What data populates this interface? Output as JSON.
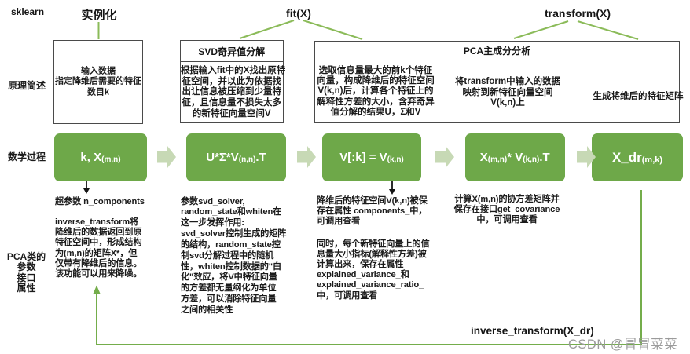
{
  "colors": {
    "box_green": "#6ea849",
    "arrow_green": "#c7d9b5",
    "conn_green": "#8bbb59",
    "loop_green": "#74ad4b",
    "border_gray": "#4a4a4a",
    "text_black": "#1b1b1b",
    "watermark_gray": "#9b9b9b",
    "process_text_white": "#ffffff"
  },
  "top_labels": {
    "library": "sklearn",
    "instantiate": "实例化",
    "fit": "fit(X)",
    "transform": "transform(X)"
  },
  "row_labels": {
    "principle": "原理简述",
    "math_process": "数学过程",
    "params_block": "PCA类的\n参数\n接口\n属性"
  },
  "principle_boxes": {
    "input": {
      "body": "输入数据\n指定降维后需要的特征\n数目k"
    },
    "svd": {
      "title": "SVD奇异值分解",
      "body": "根据输入fit中的X找出原特\n征空间，并以此为依据找\n出让信息被压缩到少量特\n征，且信息量不损失太多\n的新特征向量空间V"
    },
    "pca": {
      "title": "PCA主成分分析",
      "col1": "选取信息量最大的前k个特征\n向量，构成降维后的特征空间\nV(k,n)后，计算各个特征上的\n解释性方差的大小，含弃奇异\n值分解的结果U，Σ和V",
      "col2": "将transform中输入的数据\n映射到新特征向量空间\nV(k,n)上",
      "col3": "生成将维后的特征矩阵"
    }
  },
  "process_boxes": {
    "b1": {
      "parts": [
        {
          "t": "k, X"
        },
        {
          "t": "(m,n)",
          "sub": true
        }
      ]
    },
    "b2": {
      "parts": [
        {
          "t": "U*Σ*V"
        },
        {
          "t": "(n,n)",
          "sub": true
        },
        {
          "t": ".T"
        }
      ]
    },
    "b3": {
      "parts": [
        {
          "t": "V[:k] = V"
        },
        {
          "t": "(k,n)",
          "sub": true
        }
      ]
    },
    "b4": {
      "parts": [
        {
          "t": "X"
        },
        {
          "t": "(m,n)",
          "sub": true
        },
        {
          "t": " * V"
        },
        {
          "t": "(k,n)",
          "sub": true
        },
        {
          "t": ".T"
        }
      ]
    },
    "b5": {
      "parts": [
        {
          "t": "X_dr"
        },
        {
          "t": "(m,k)",
          "sub": true
        }
      ]
    }
  },
  "notes": {
    "col1_heading": "超参数 n_components",
    "col1_para": "inverse_transform将\n降维后的数据返回到原\n特征空间中，形成结构\n为(m,n)的矩阵X*，但\n仅带有降维后的信息。\n该功能可以用来降噪。",
    "col2_para": "参数svd_solver,\nrandom_state和whiten在\n这一步发挥作用:\nsvd_solver控制生成的矩阵\n的结构，random_state控\n制svd分解过程中的随机\n性，whiten控制数据的\"白\n化\"效应，将V中特征向量\n的方差都无量纲化为单位\n方差，可以消除特征向量\n之间的相关性",
    "col3_para1": "降维后的特征空间V(k,n)被保\n存在属性 components_中，\n可调用查看",
    "col3_para2": "同时，每个新特征向量上的信\n息量大小指标(解释性方差)被\n计算出来，保存在属性\nexplained_variance_和\nexplained_variance_ratio_\n中，可调用查看",
    "col4_para": "计算X(m,n)的协方差矩阵并\n保存在接口get_covariance\n中，可调用查看"
  },
  "loop": {
    "label": "inverse_transform(X_dr)"
  },
  "watermark": "CSDN @冒冒菜菜"
}
